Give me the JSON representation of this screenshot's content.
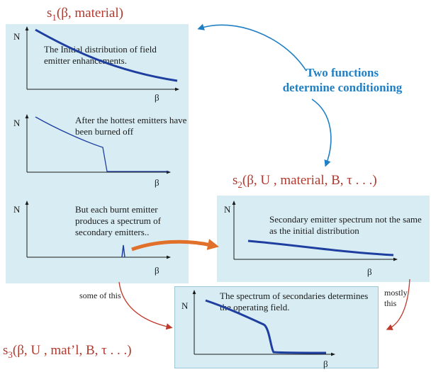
{
  "functions": {
    "s1": {
      "base": "s",
      "sub": "1",
      "args": "(β, material)"
    },
    "s2": {
      "base": "s",
      "sub": "2",
      "args": "(β, U , material, B, τ . . .)"
    },
    "s3": {
      "base": "s",
      "sub": "3",
      "args": "(β, U , mat’l, B, τ . . .)"
    }
  },
  "header_label": {
    "line1": "Two functions",
    "line2": "determine conditioning"
  },
  "panels": {
    "p1": {
      "text": "The Initial distribution of field emitter enhancements.",
      "ylabel": "N",
      "xlabel": "β"
    },
    "p2": {
      "text": "After the hottest emitters have been burned off",
      "ylabel": "N",
      "xlabel": "β"
    },
    "p3": {
      "text": "But each burnt emitter produces a spectrum of secondary emitters..",
      "ylabel": "N",
      "xlabel": "β"
    },
    "p4": {
      "text": "Secondary emitter spectrum not the same as the initial distribution",
      "ylabel": "N",
      "xlabel": "β"
    },
    "p5": {
      "text": "The spectrum of secondaries determines the operating field.",
      "ylabel": "N",
      "xlabel": "β"
    }
  },
  "notes": {
    "some": "some of this",
    "mostly": "mostly this"
  },
  "colors": {
    "panel_bg": "#d8edf3",
    "curve": "#1f3fa0",
    "func_text": "#b03a2e",
    "blue_label": "#1f7fc4",
    "orange_arrow": "#e0702a",
    "red_arrow": "#c0392b"
  }
}
